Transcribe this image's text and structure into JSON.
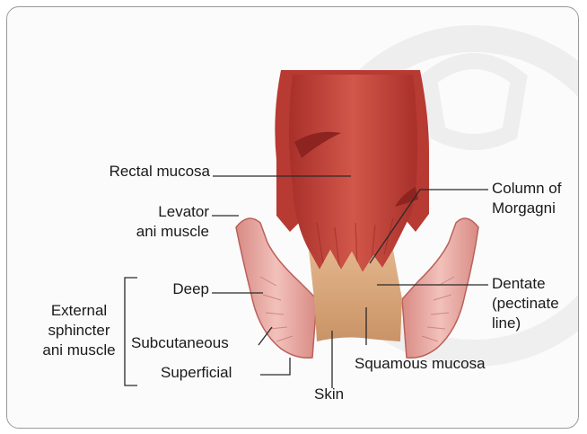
{
  "labels": {
    "rectal_mucosa": "Rectal mucosa",
    "levator_1": "Levator",
    "levator_2": "ani muscle",
    "deep": "Deep",
    "external_1": "External",
    "external_2": "sphincter",
    "external_3": "ani muscle",
    "subcutaneous": "Subcutaneous",
    "superficial": "Superficial",
    "skin": "Skin",
    "squamous_mucosa": "Squamous mucosa",
    "column_1": "Column of",
    "column_2": "Morgagni",
    "dentate_1": "Dentate",
    "dentate_2": "(pectinate",
    "dentate_3": "line)"
  },
  "colors": {
    "mucosa": "#c9463b",
    "mucosa_dark": "#a92e28",
    "muscle": "#e7a29b",
    "skin": "#d9a77a",
    "leader": "#2a2a2a"
  }
}
